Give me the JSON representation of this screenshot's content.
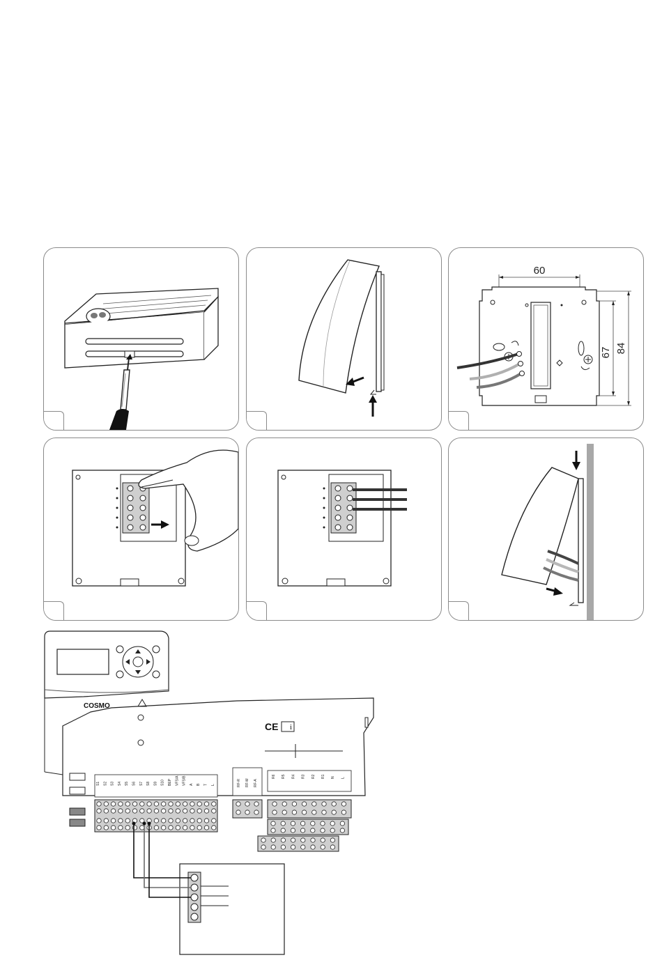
{
  "panels": [
    {
      "id": "step-1-open-housing",
      "step_label": ""
    },
    {
      "id": "step-2-remove-cover",
      "step_label": ""
    },
    {
      "id": "step-3-mounting-dimensions",
      "step_label": "",
      "dimensions": {
        "width": "60",
        "height_inner": "67",
        "height_outer": "84"
      }
    },
    {
      "id": "step-4-pull-terminal-block",
      "step_label": ""
    },
    {
      "id": "step-5-connect-wires",
      "step_label": ""
    },
    {
      "id": "step-6-close-cover",
      "step_label": ""
    }
  ],
  "wiring": {
    "brand": "COSMO",
    "ce_mark": "CE",
    "info_icon": "i",
    "sensor_labels": [
      "S1",
      "S2",
      "S3",
      "S4",
      "S5",
      "S6",
      "S7",
      "S8",
      "S9",
      "S10",
      "BEP",
      "VFS/A",
      "VFS/B",
      "A",
      "B",
      "T",
      "L"
    ],
    "relay_labels": [
      "R6",
      "R5",
      "R4",
      "R3",
      "R2",
      "R1",
      "N",
      "L"
    ],
    "left_group_labels": [
      "RF-R",
      "RF-M",
      "RF-A"
    ],
    "colors": {
      "line": "#1a1a1a",
      "terminal_fill": "#cfcfcf",
      "wire_gray": "#6b6b6b"
    }
  }
}
